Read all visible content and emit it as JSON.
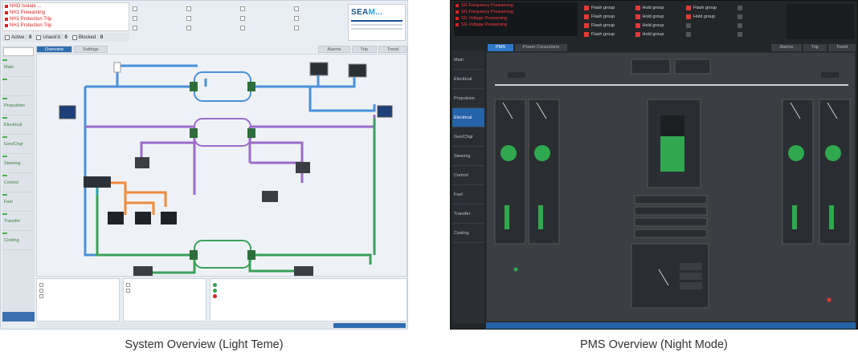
{
  "captions": {
    "light": "System Overview (Light Teme)",
    "dark": "PMS Overview (Night Mode)"
  },
  "light": {
    "alarms": [
      "NHO Isolate ...",
      "NH1 Prewarning",
      "NH1 Protection Trip",
      "NH1 Protection Trip"
    ],
    "counters": [
      {
        "label": "Active",
        "value": "0"
      },
      {
        "label": "Unack'd",
        "value": "0"
      },
      {
        "label": "Blocked",
        "value": "0"
      }
    ],
    "filter_items": [
      "",
      "",
      "",
      "",
      "",
      "",
      "",
      "",
      "",
      "",
      "",
      ""
    ],
    "logo": {
      "prefix": "SEA",
      "suffix": "M..."
    },
    "nav": [
      "Main",
      "",
      "Propulsion",
      "Electrical",
      "Gen/Chgr",
      "Steering",
      "Control",
      "Fuel",
      "Transfer",
      "Cooling"
    ],
    "tabs": [
      "Overview",
      "Settings",
      "Alarms",
      "Trip",
      "Trend"
    ],
    "accent": "#2f6db0",
    "lines": {
      "blue": "#4a90d9",
      "purple": "#9b6cc9",
      "green": "#3aa05a",
      "orange": "#f08a3c",
      "teal": "#2fa0a8"
    }
  },
  "dark": {
    "alarms": [
      "SG Frequency Prewarning",
      "SG Frequency Prewarning",
      "SG Voltage Prewarning",
      "SG Voltage Prewarning"
    ],
    "pgrid": [
      "Flash group",
      "Hold group",
      "Flash group",
      "",
      "Flash group",
      "Hold group",
      "Hold group",
      "",
      "Flash group",
      "Hold group",
      "",
      "",
      "Flash group",
      "Hold group",
      "",
      ""
    ],
    "tabs": [
      "PMS",
      "Power Consumers",
      "Alarms",
      "Trip",
      "Trend"
    ],
    "nav": [
      "Main",
      "Electrical",
      "Propulsion",
      "Electrical",
      "Gen/Chgr",
      "Steering",
      "Control",
      "Fuel",
      "Transfer",
      "Cooling"
    ],
    "accent": "#2f79c9",
    "gen_green": "#2fa84f"
  }
}
